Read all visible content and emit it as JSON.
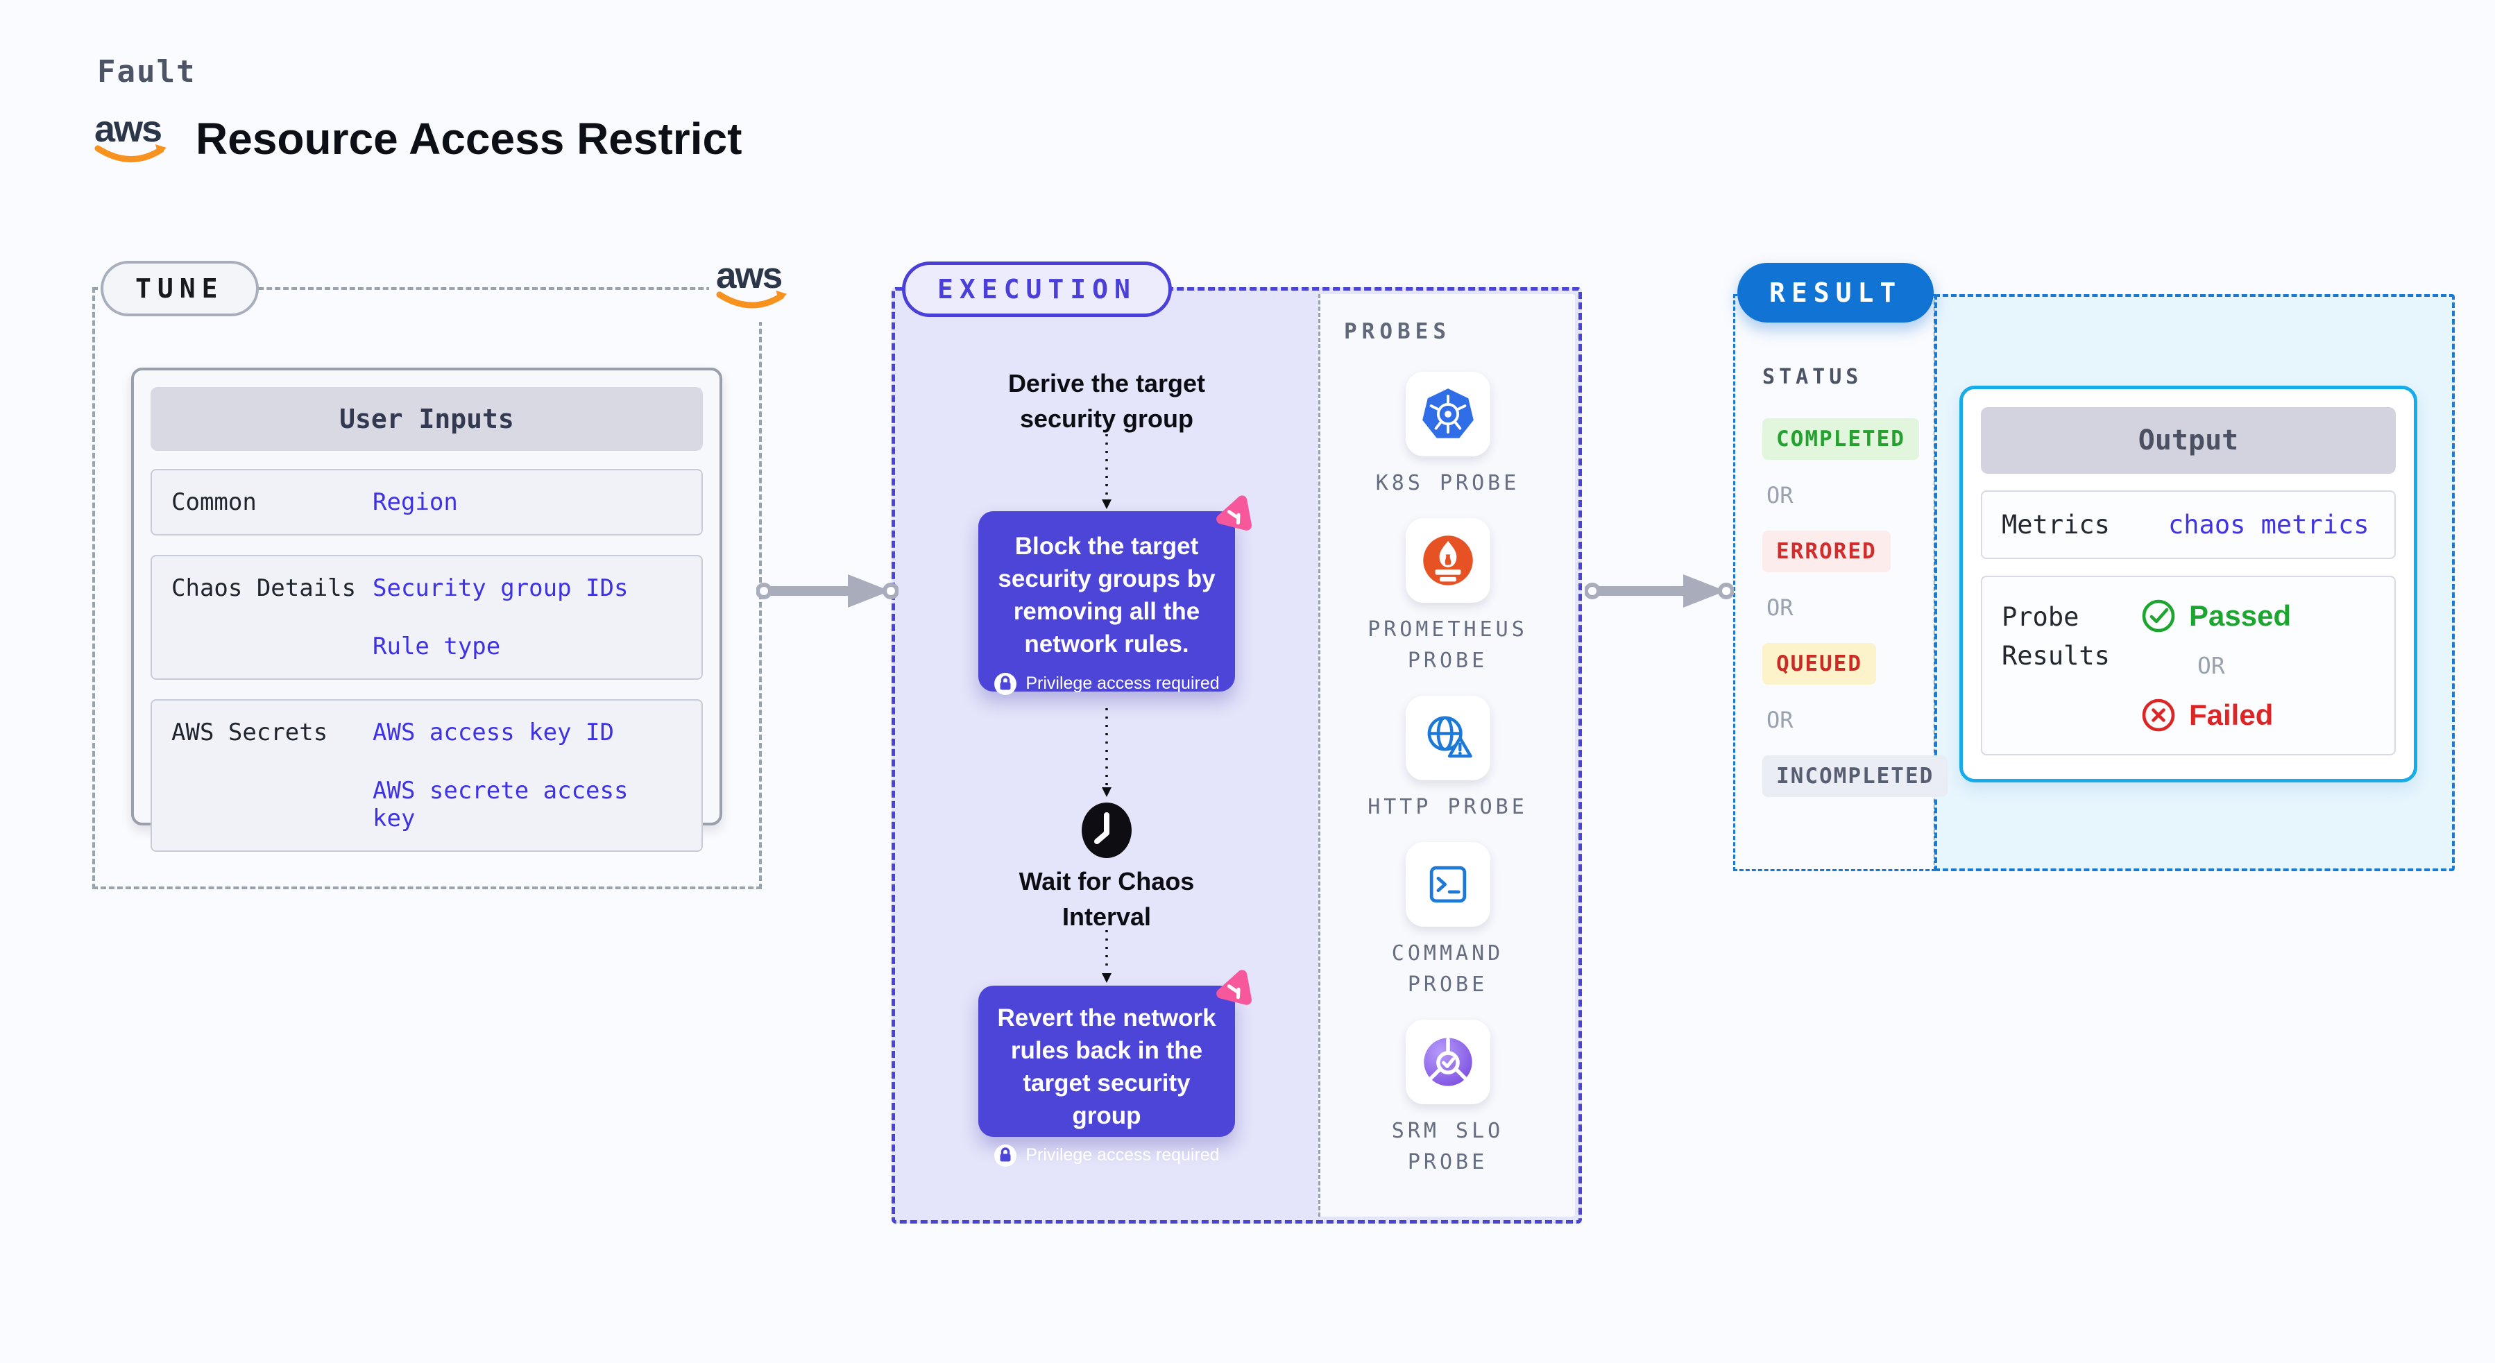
{
  "header": {
    "fault_label": "Fault",
    "title": "Resource Access Restrict"
  },
  "tune": {
    "badge": "TUNE",
    "user_inputs_title": "User Inputs",
    "rows": [
      {
        "label": "Common",
        "values": [
          "Region"
        ]
      },
      {
        "label": "Chaos Details",
        "values": [
          "Security group IDs",
          "Rule type"
        ]
      },
      {
        "label": "AWS Secrets",
        "values": [
          "AWS access key ID",
          "AWS secrete access key"
        ]
      }
    ]
  },
  "execution": {
    "badge": "EXECUTION",
    "derive_step": "Derive the target security group",
    "block_step": "Block the target security groups by removing all the network rules.",
    "wait_step": "Wait for Chaos Interval",
    "revert_step": "Revert the network rules back in the target security group",
    "privilege_note": "Privilege access required",
    "probes": {
      "label": "PROBES",
      "items": [
        {
          "label": "K8S PROBE",
          "icon": "kubernetes-icon"
        },
        {
          "label": "PROMETHEUS PROBE",
          "icon": "prometheus-icon"
        },
        {
          "label": "HTTP PROBE",
          "icon": "http-globe-icon"
        },
        {
          "label": "COMMAND PROBE",
          "icon": "command-terminal-icon"
        },
        {
          "label": "SRM SLO PROBE",
          "icon": "srm-slo-icon"
        }
      ]
    }
  },
  "result": {
    "badge": "RESULT",
    "status_label": "STATUS",
    "or_label": "OR",
    "statuses": [
      {
        "label": "COMPLETED",
        "color": "#24a12e",
        "bg": "#e2f6dd"
      },
      {
        "label": "ERRORED",
        "color": "#d22d2d",
        "bg": "#fdecec"
      },
      {
        "label": "QUEUED",
        "color": "#cb2a25",
        "bg": "#fcf3cb"
      },
      {
        "label": "INCOMPLETED",
        "color": "#585e72",
        "bg": "#ebedf5"
      }
    ],
    "output": {
      "title": "Output",
      "metrics_label": "Metrics",
      "metrics_value": "chaos metrics",
      "probe_results_label": "Probe Results",
      "passed_label": "Passed",
      "or_label": "OR",
      "failed_label": "Failed"
    }
  },
  "colors": {
    "indigo": "#4a44d4",
    "indigo_card": "#4d44d8",
    "lavender_bg": "#e4e4fa",
    "result_blue": "#1173d4",
    "cyan_border": "#16abe9",
    "cyan_bg": "#e7f5fd",
    "value_blue": "#3e32e4",
    "green": "#1ca52f",
    "red": "#dc2626",
    "pink": "#f7589c",
    "aws_orange": "#f7921e",
    "arrow_gray": "#a9adbb"
  }
}
